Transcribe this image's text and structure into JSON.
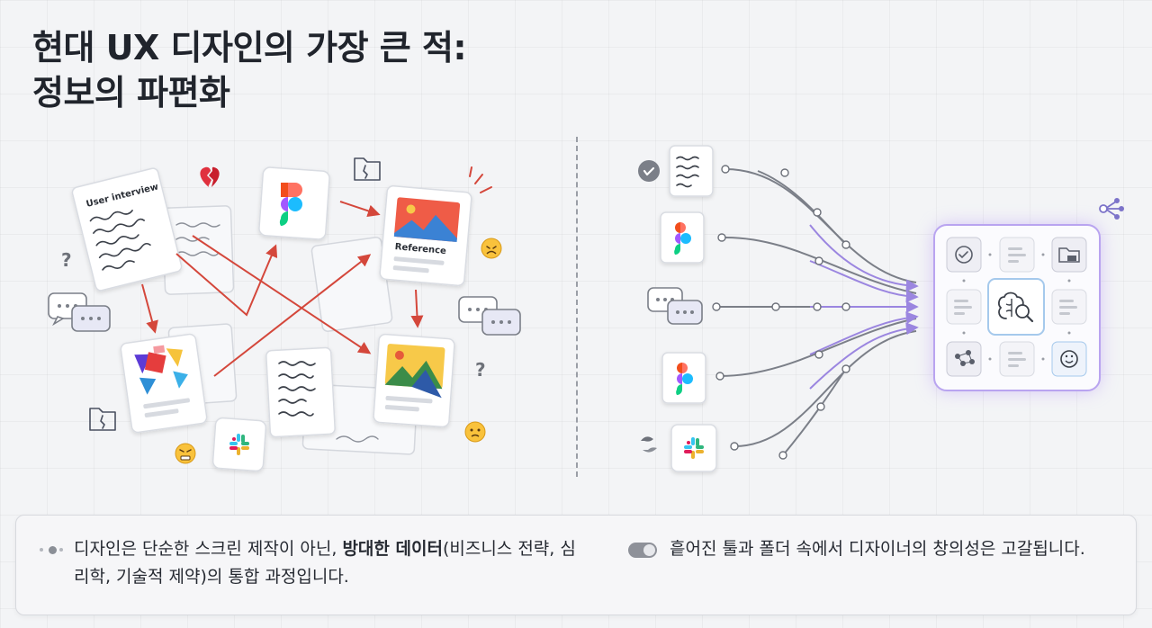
{
  "title": {
    "line1": "현대 UX 디자인의 가장 큰 적:",
    "line2": "정보의 파편화"
  },
  "labels": {
    "user_interview": "User interview",
    "reference": "Reference",
    "question_mark": "?"
  },
  "icons": {
    "left": [
      "user-interview-doc-icon",
      "figma-icon",
      "reference-image-icon",
      "shapes-image-icon",
      "notes-doc-icon",
      "landscape-image-icon",
      "slack-icon",
      "broken-heart-icon",
      "folder-icon",
      "chat-bubbles-icon",
      "question-icon",
      "emoji-icon"
    ],
    "right": [
      "checkmark-icon",
      "doc-icon",
      "figma-icon",
      "chat-bubbles-icon",
      "slack-icon",
      "share-nodes-icon",
      "brain-search-icon",
      "smiley-icon"
    ]
  },
  "colors": {
    "accent_red": "#d4473b",
    "hub_glow": "#a98bf0",
    "hub_glow_blue": "#8fd0f5"
  },
  "bottom": {
    "left_text_before": "디자인은 단순한 스크린 제작이 아닌, ",
    "left_text_bold": "방대한 데이터",
    "left_text_after": "(비즈니스 전략, 심리학, 기술적 제약)의 통합 과정입니다.",
    "right_text": "흩어진 툴과 폴더 속에서 디자이너의 창의성은 고갈됩니다."
  }
}
